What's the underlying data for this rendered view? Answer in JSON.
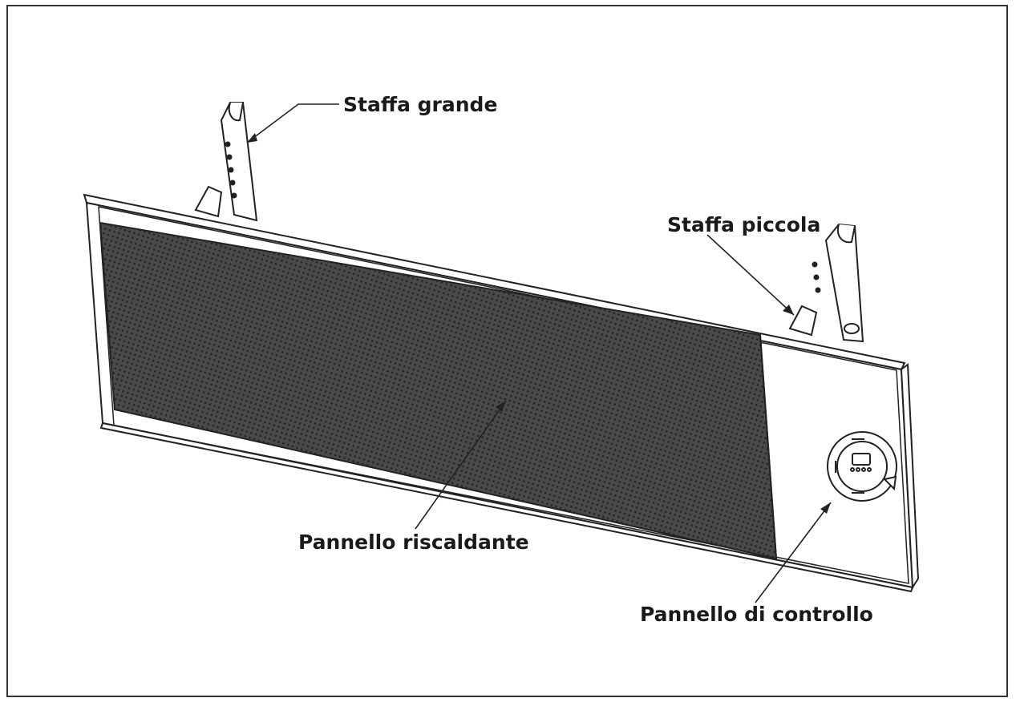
{
  "diagram": {
    "labels": {
      "large_bracket": "Staffa grande",
      "small_bracket": "Staffa piccola",
      "heating_panel": "Pannello riscaldante",
      "control_panel": "Pannello di controllo"
    },
    "colors": {
      "frame": "#333333",
      "line": "#222222",
      "mesh": "#3a3a3a",
      "text": "#1a1a1a"
    }
  }
}
